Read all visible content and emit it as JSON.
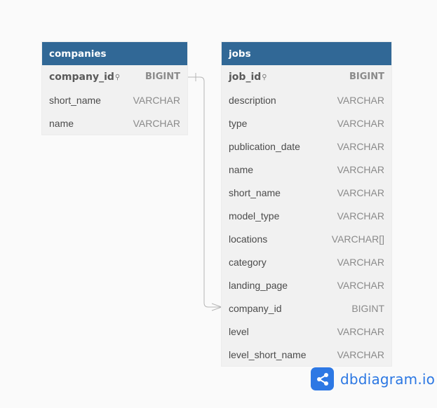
{
  "tables": {
    "companies": {
      "name": "companies",
      "columns": [
        {
          "name": "company_id",
          "type": "BIGINT",
          "pk": true
        },
        {
          "name": "short_name",
          "type": "VARCHAR"
        },
        {
          "name": "name",
          "type": "VARCHAR"
        }
      ]
    },
    "jobs": {
      "name": "jobs",
      "columns": [
        {
          "name": "job_id",
          "type": "BIGINT",
          "pk": true
        },
        {
          "name": "description",
          "type": "VARCHAR"
        },
        {
          "name": "type",
          "type": "VARCHAR"
        },
        {
          "name": "publication_date",
          "type": "VARCHAR"
        },
        {
          "name": "name",
          "type": "VARCHAR"
        },
        {
          "name": "short_name",
          "type": "VARCHAR"
        },
        {
          "name": "model_type",
          "type": "VARCHAR"
        },
        {
          "name": "locations",
          "type": "VARCHAR[]"
        },
        {
          "name": "category",
          "type": "VARCHAR"
        },
        {
          "name": "landing_page",
          "type": "VARCHAR"
        },
        {
          "name": "company_id",
          "type": "BIGINT"
        },
        {
          "name": "level",
          "type": "VARCHAR"
        },
        {
          "name": "level_short_name",
          "type": "VARCHAR"
        }
      ]
    }
  },
  "relationship": {
    "from": "companies.company_id",
    "to": "jobs.company_id"
  },
  "brand": {
    "text": "dbdiagram.io"
  },
  "colors": {
    "header": "#316896",
    "brand": "#2b77e3",
    "background": "#fafafa"
  }
}
